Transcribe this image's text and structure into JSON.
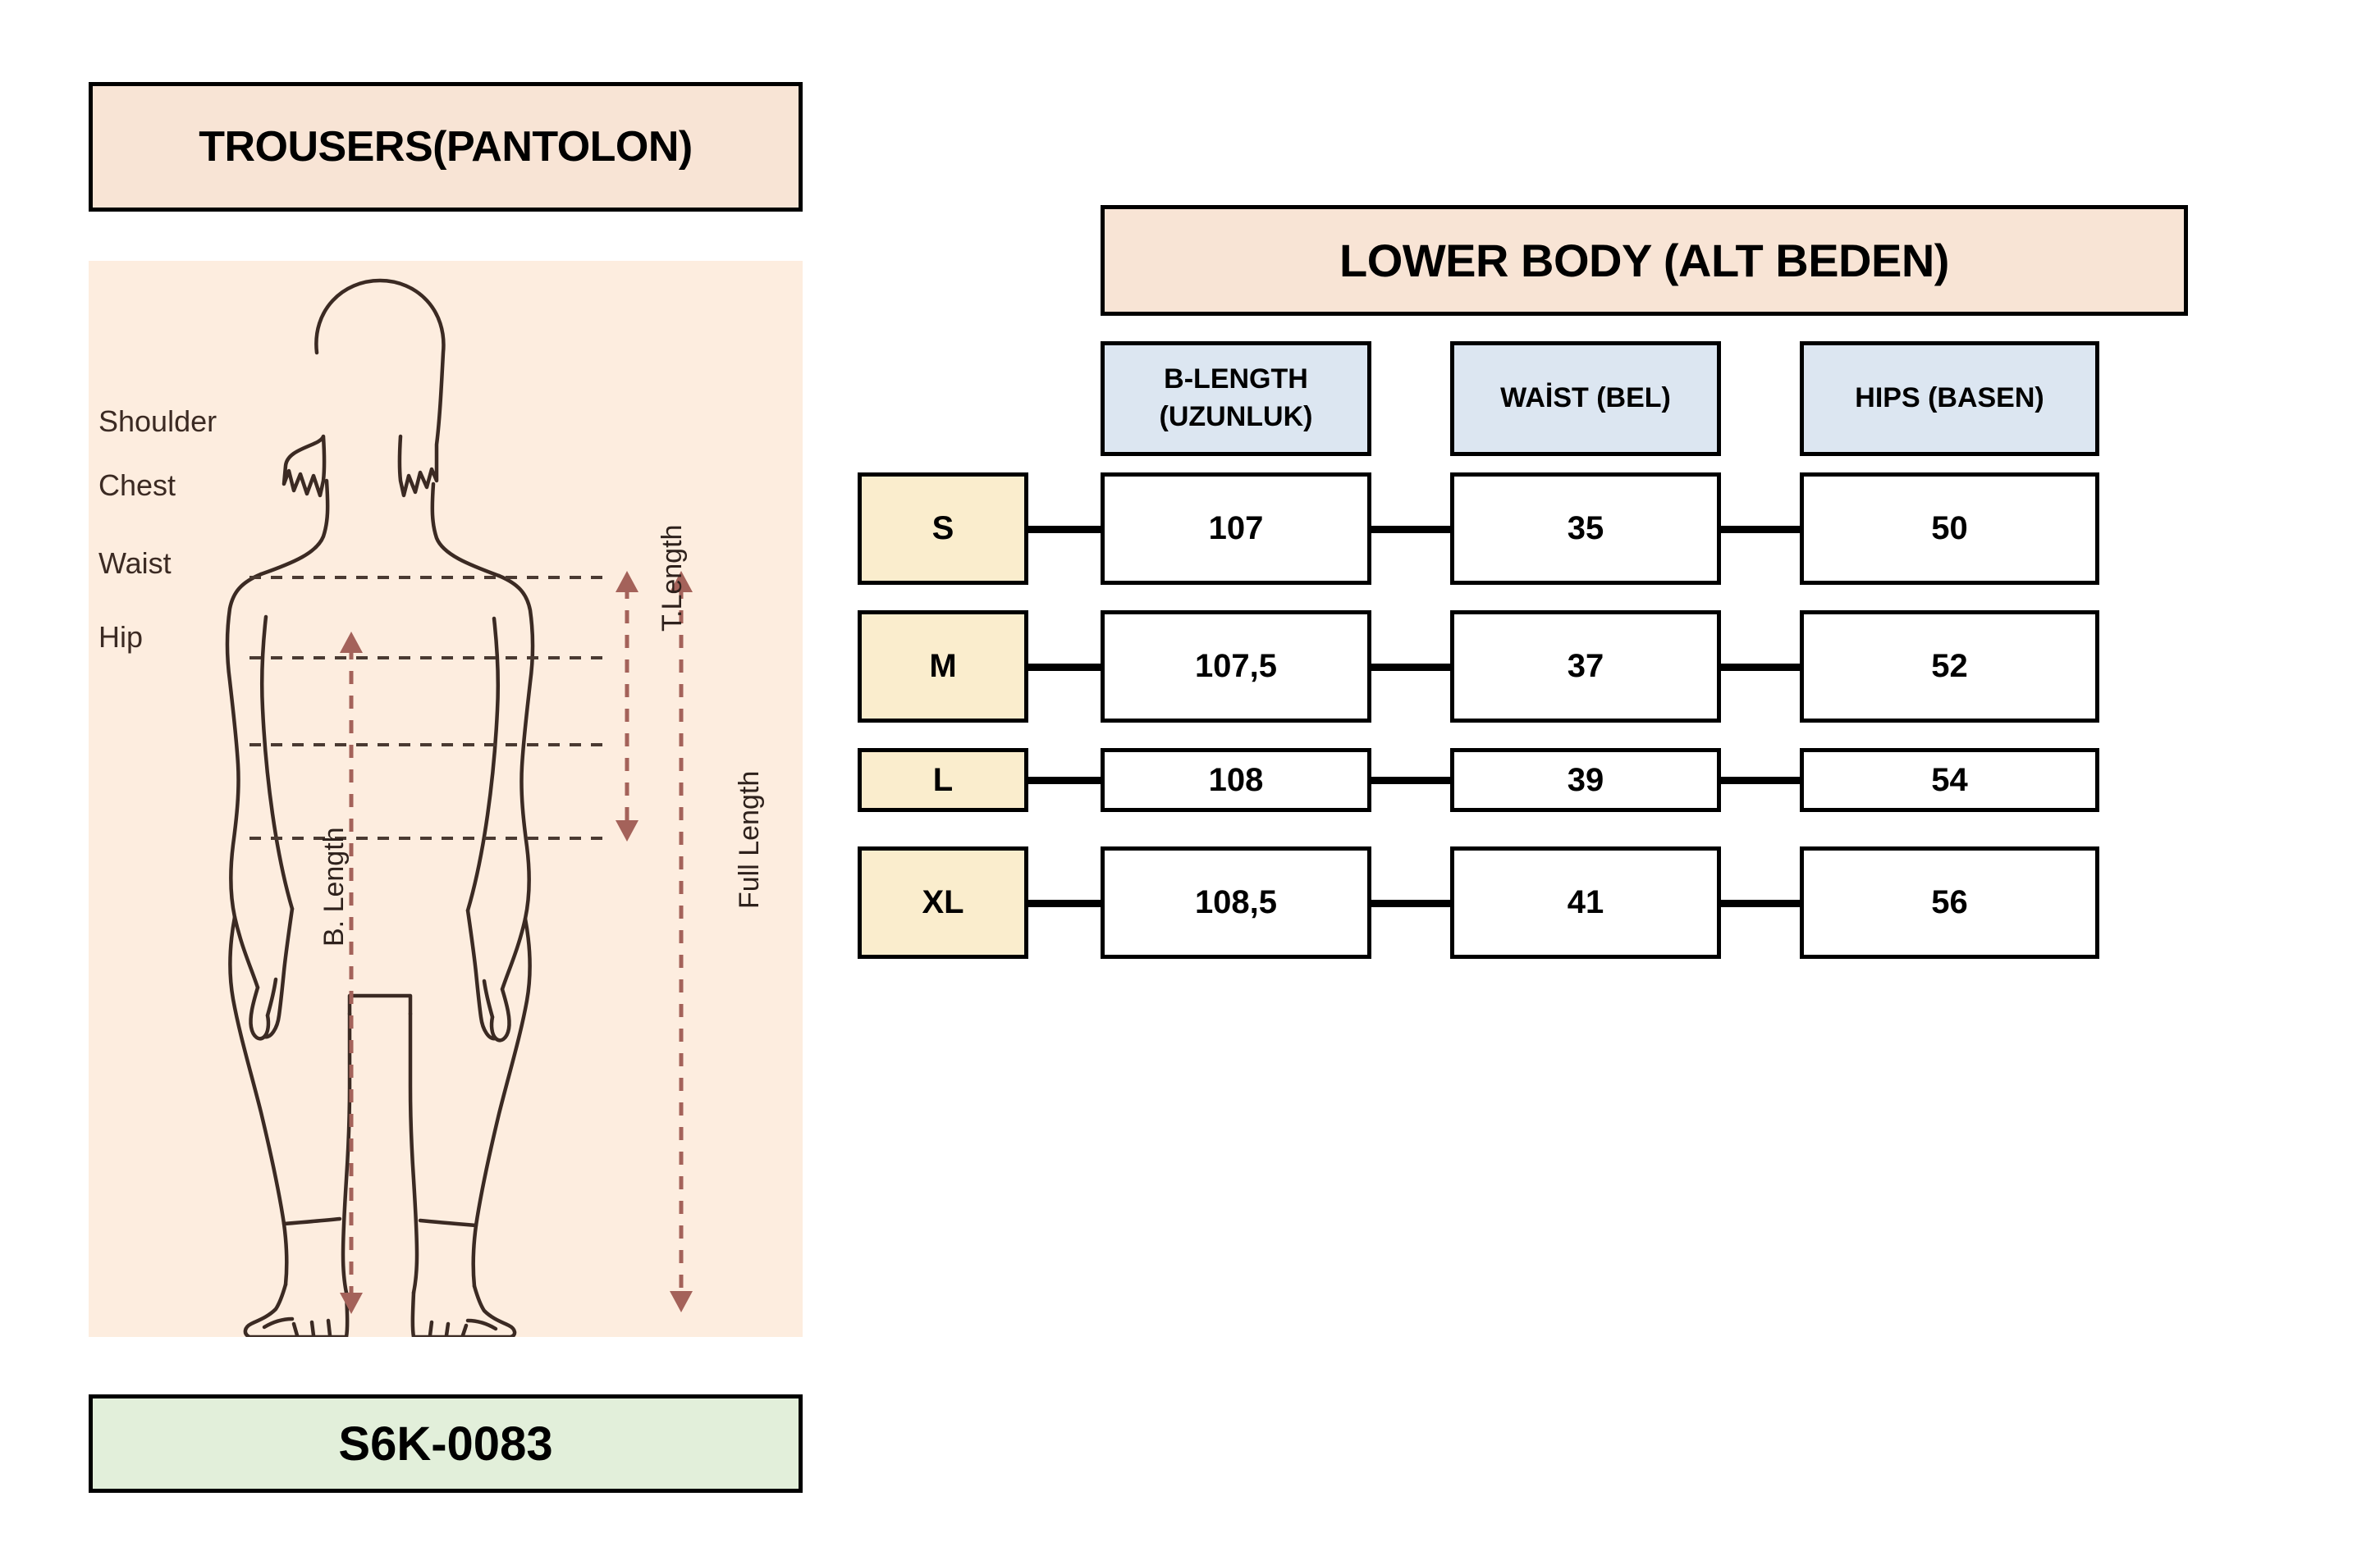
{
  "garment": {
    "title": "TROUSERS(PANTOLON)",
    "product_code": "S6K-0083"
  },
  "figure": {
    "measurement_labels": [
      {
        "name": "shoulder",
        "text": "Shoulder"
      },
      {
        "name": "chest",
        "text": "Chest"
      },
      {
        "name": "waist",
        "text": "Waist"
      },
      {
        "name": "hip",
        "text": "Hip"
      }
    ],
    "vertical_labels": [
      {
        "name": "t-length",
        "text": "T.Length"
      },
      {
        "name": "full-length",
        "text": "Full Length"
      },
      {
        "name": "b-length",
        "text": "B. Length"
      }
    ]
  },
  "table": {
    "title": "LOWER BODY (ALT BEDEN)",
    "columns": [
      {
        "line1": "B-LENGTH",
        "line2": "(UZUNLUK)"
      },
      {
        "line1": "WAİST   (BEL)",
        "line2": ""
      },
      {
        "line1": "HIPS (BASEN)",
        "line2": ""
      }
    ],
    "rows": [
      {
        "size": "S",
        "values": [
          "107",
          "35",
          "50"
        ]
      },
      {
        "size": "M",
        "values": [
          "107,5",
          "37",
          "52"
        ]
      },
      {
        "size": "L",
        "values": [
          "108",
          "39",
          "54"
        ]
      },
      {
        "size": "XL",
        "values": [
          "108,5",
          "41",
          "56"
        ]
      }
    ]
  },
  "colors": {
    "banner_peach": "#F8E4D5",
    "banner_green": "#E2EFDA",
    "figure_bg": "#FDEDDF",
    "header_blue": "#DCE6F1",
    "size_cell_cream": "#FAEDCD",
    "outline_black": "#000000",
    "figure_ink": "#3B2A23",
    "arrow_mauve": "#A4625A"
  }
}
